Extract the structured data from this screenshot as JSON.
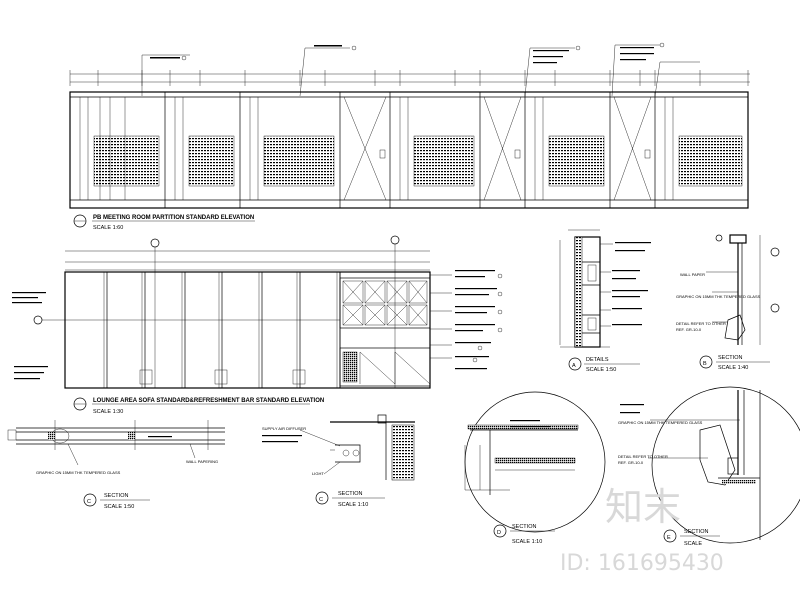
{
  "drawings": {
    "partition": {
      "title": "PB MEETING ROOM PARTITION STANDARD ELEVATION",
      "scale": "SCALE 1:60"
    },
    "lounge": {
      "title": "LOUNGE AREA SOFA STANDARD&REFRESHMENT BAR STANDARD ELEVATION",
      "scale": "SCALE 1:30"
    },
    "section_c1": {
      "marker": "C",
      "title": "SECTION",
      "scale": "SCALE 1:50"
    },
    "section_c2": {
      "marker": "C",
      "title": "SECTION",
      "scale": "SCALE 1:10"
    },
    "details_a": {
      "marker": "A",
      "title": "DETAILS",
      "scale": "SCALE 1:50"
    },
    "section_b": {
      "marker": "B",
      "title": "SECTION",
      "scale": "SCALE 1:40"
    },
    "section_d": {
      "marker": "D",
      "title": "SECTION",
      "scale": "SCALE 1:10"
    },
    "section_e": {
      "marker": "E",
      "title": "SECTION",
      "scale": "SCALE"
    }
  },
  "notes": {
    "wall_paper": "WALL PAPER",
    "graphic_glass": "GRAPHIC ON 15MM THK TEMPERED GLASS",
    "detail_refer": "DETAIL REFER TO OTHER",
    "ref": "REF. GR-10-0",
    "wall_papering": "WALL PAPERING",
    "supply_air": "SUPPLY AIR DIFFUSER",
    "light": "LIGHT",
    "graphic_glass_c": "GRAPHIC ON 15MM THK TEMPERED GLASS"
  },
  "watermark": {
    "brand": "知末",
    "id": "ID: 161695430"
  },
  "icons": {
    "section_marker": "circle-marker-icon",
    "grid_marker": "grid-axis-icon"
  }
}
